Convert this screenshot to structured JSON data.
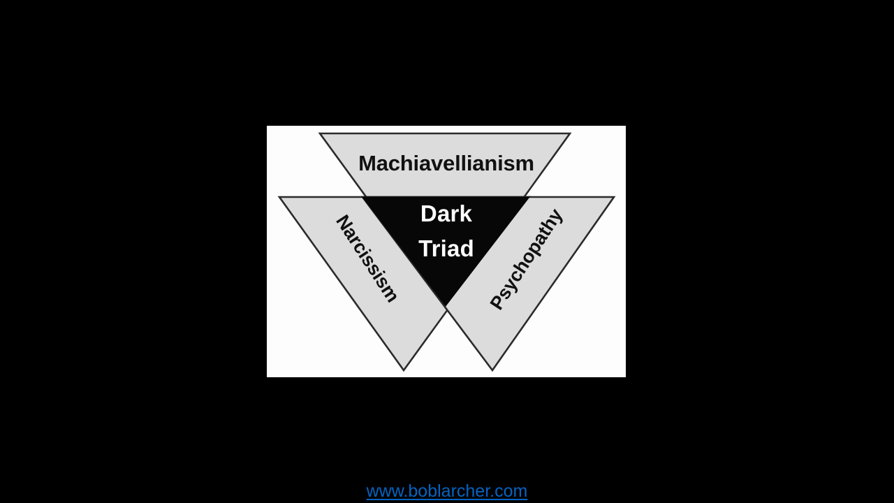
{
  "slide": {
    "background_color": "#000000"
  },
  "diagram": {
    "panel_background": "#fdfdfd",
    "triangle_fill": "#dcdcdc",
    "triangle_stroke": "#2b2b2b",
    "center_fill": "#070707",
    "center_text_color": "#ffffff",
    "outer_text_color": "#111111",
    "center": {
      "line1": "Dark",
      "line2": "Triad"
    },
    "vertices": [
      {
        "id": "machiavellianism",
        "label": "Machiavellianism",
        "position": "top",
        "rotation": 0
      },
      {
        "id": "narcissism",
        "label": "Narcissism",
        "position": "bottom-left",
        "rotation": 57
      },
      {
        "id": "psychopathy",
        "label": "Psychopathy",
        "position": "bottom-right",
        "rotation": -57
      }
    ]
  },
  "footer": {
    "link_text": "www.boblarcher.com",
    "link_color": "#0563c1"
  }
}
